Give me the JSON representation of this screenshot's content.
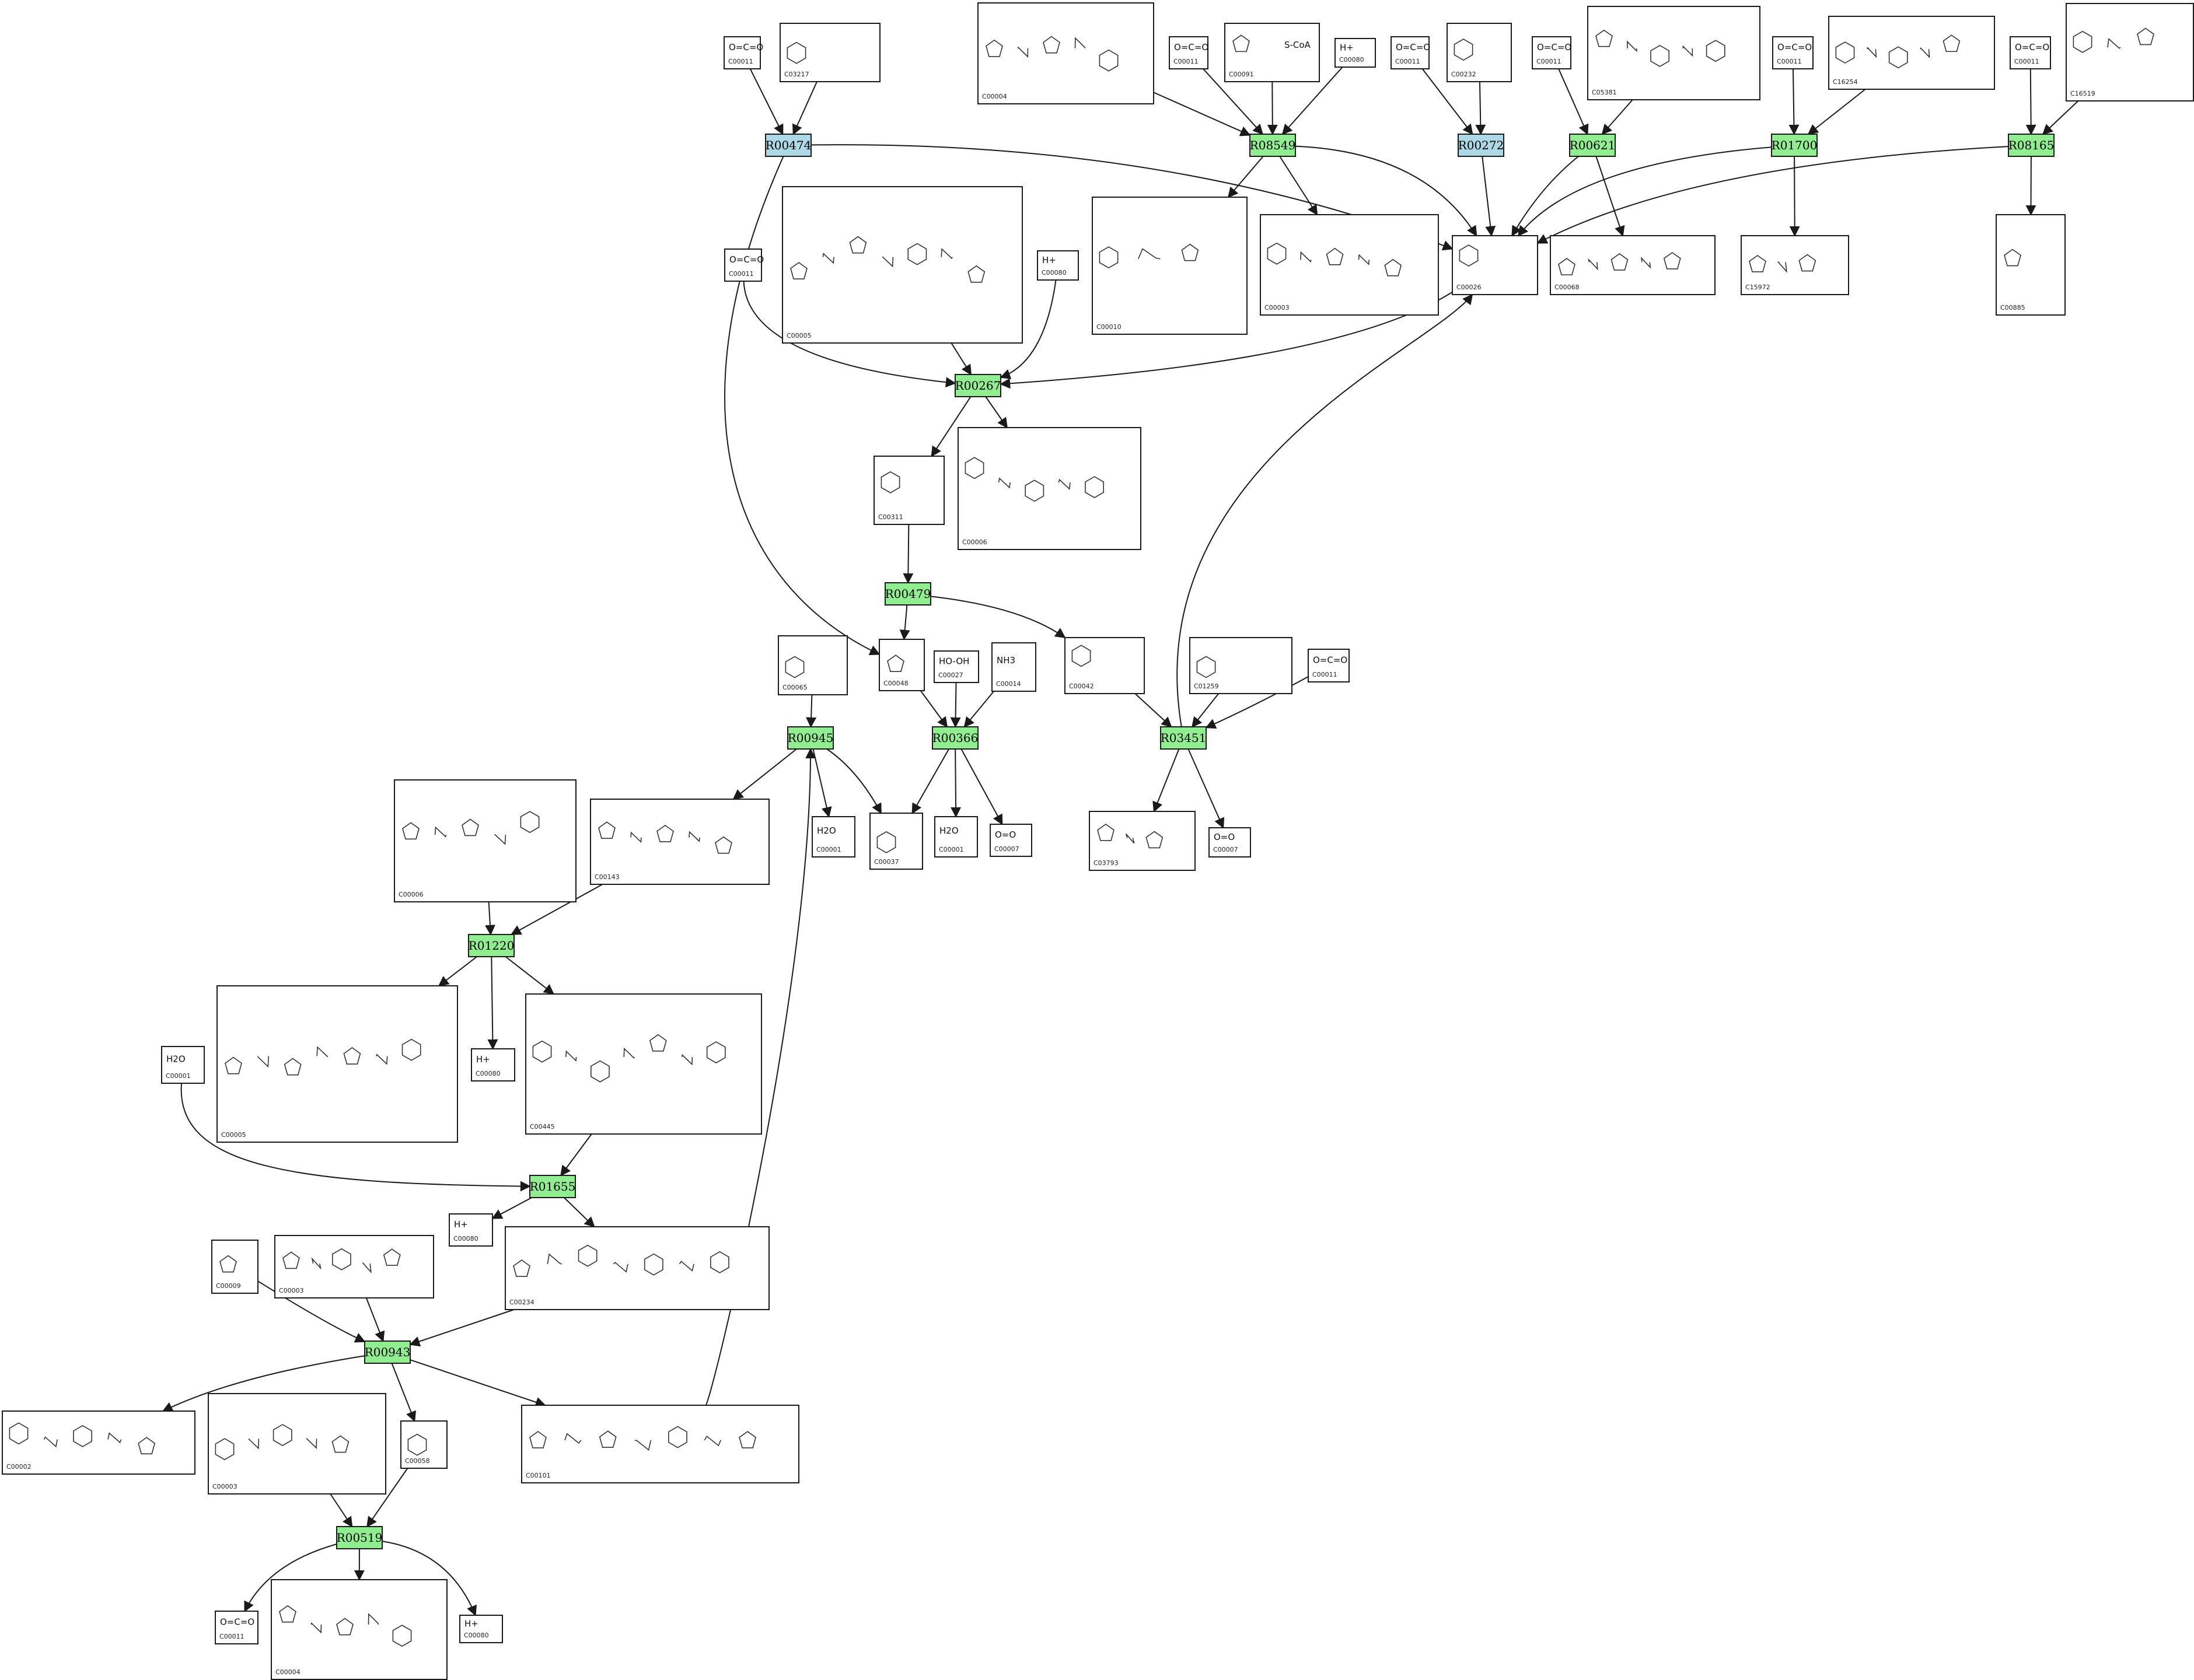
{
  "colors": {
    "reaction_green": "#90ee90",
    "reaction_blue": "#add8e6",
    "edge": "#1a1a1a",
    "box_border": "#1a1a1a",
    "background": "#ffffff"
  },
  "reactions": [
    {
      "id": "R00474",
      "color": "blue"
    },
    {
      "id": "R08549",
      "color": "green"
    },
    {
      "id": "R00272",
      "color": "blue"
    },
    {
      "id": "R00621",
      "color": "green"
    },
    {
      "id": "R01700",
      "color": "green"
    },
    {
      "id": "R08165",
      "color": "green"
    },
    {
      "id": "R00267",
      "color": "green"
    },
    {
      "id": "R00479",
      "color": "green"
    },
    {
      "id": "R00945",
      "color": "green"
    },
    {
      "id": "R00366",
      "color": "green"
    },
    {
      "id": "R03451",
      "color": "green"
    },
    {
      "id": "R01220",
      "color": "green"
    },
    {
      "id": "R01655",
      "color": "green"
    },
    {
      "id": "R00943",
      "color": "green"
    },
    {
      "id": "R00519",
      "color": "green"
    }
  ],
  "compounds": [
    {
      "id": "C00011",
      "formula": "O=C=O"
    },
    {
      "id": "C03217",
      "formula": ""
    },
    {
      "id": "C00004",
      "formula": ""
    },
    {
      "id": "C00091",
      "formula": "S-CoA"
    },
    {
      "id": "C00080",
      "formula": "H+"
    },
    {
      "id": "C00232",
      "formula": ""
    },
    {
      "id": "C05381",
      "formula": ""
    },
    {
      "id": "C16254",
      "formula": ""
    },
    {
      "id": "C16519",
      "formula": ""
    },
    {
      "id": "C00005",
      "formula": ""
    },
    {
      "id": "C00010",
      "formula": ""
    },
    {
      "id": "C00003",
      "formula": ""
    },
    {
      "id": "C00026",
      "formula": ""
    },
    {
      "id": "C00068",
      "formula": ""
    },
    {
      "id": "C15972",
      "formula": ""
    },
    {
      "id": "C00885",
      "formula": ""
    },
    {
      "id": "C00311",
      "formula": ""
    },
    {
      "id": "C00006",
      "formula": ""
    },
    {
      "id": "C00065",
      "formula": ""
    },
    {
      "id": "C00048",
      "formula": ""
    },
    {
      "id": "C00027",
      "formula": "HO-OH"
    },
    {
      "id": "C00014",
      "formula": "NH3"
    },
    {
      "id": "C00042",
      "formula": ""
    },
    {
      "id": "C01259",
      "formula": ""
    },
    {
      "id": "C00143",
      "formula": ""
    },
    {
      "id": "C00001",
      "formula": "H2O"
    },
    {
      "id": "C00037",
      "formula": ""
    },
    {
      "id": "C00007",
      "formula": "O=O"
    },
    {
      "id": "C03793",
      "formula": ""
    },
    {
      "id": "C00445",
      "formula": ""
    },
    {
      "id": "C00234",
      "formula": ""
    },
    {
      "id": "C00009",
      "formula": ""
    },
    {
      "id": "C00002",
      "formula": ""
    },
    {
      "id": "C00058",
      "formula": ""
    },
    {
      "id": "C00101",
      "formula": ""
    }
  ]
}
